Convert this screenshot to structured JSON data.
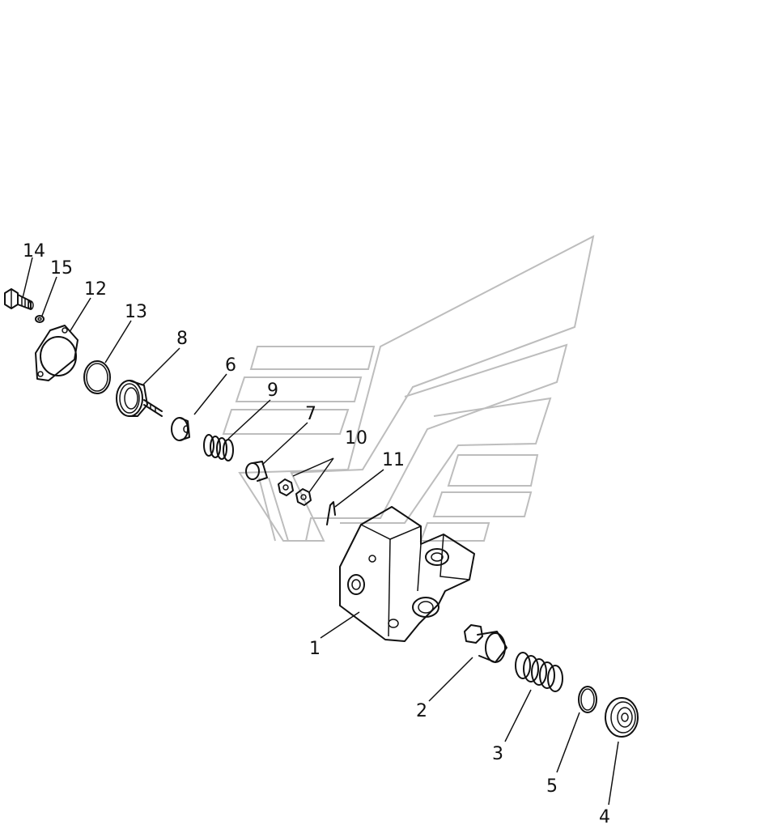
{
  "callouts": [
    {
      "id": "1",
      "label": "1"
    },
    {
      "id": "2",
      "label": "2"
    },
    {
      "id": "3",
      "label": "3"
    },
    {
      "id": "4",
      "label": "4"
    },
    {
      "id": "5",
      "label": "5"
    },
    {
      "id": "6",
      "label": "6"
    },
    {
      "id": "7",
      "label": "7"
    },
    {
      "id": "8",
      "label": "8"
    },
    {
      "id": "9",
      "label": "9"
    },
    {
      "id": "10",
      "label": "10"
    },
    {
      "id": "11",
      "label": "11"
    },
    {
      "id": "12",
      "label": "12"
    },
    {
      "id": "13",
      "label": "13"
    },
    {
      "id": "14",
      "label": "14"
    },
    {
      "id": "15",
      "label": "15"
    }
  ],
  "watermark": {
    "icon": "stripes-wing-logo",
    "color": "#bdbdbd"
  },
  "line_color": "#111111"
}
